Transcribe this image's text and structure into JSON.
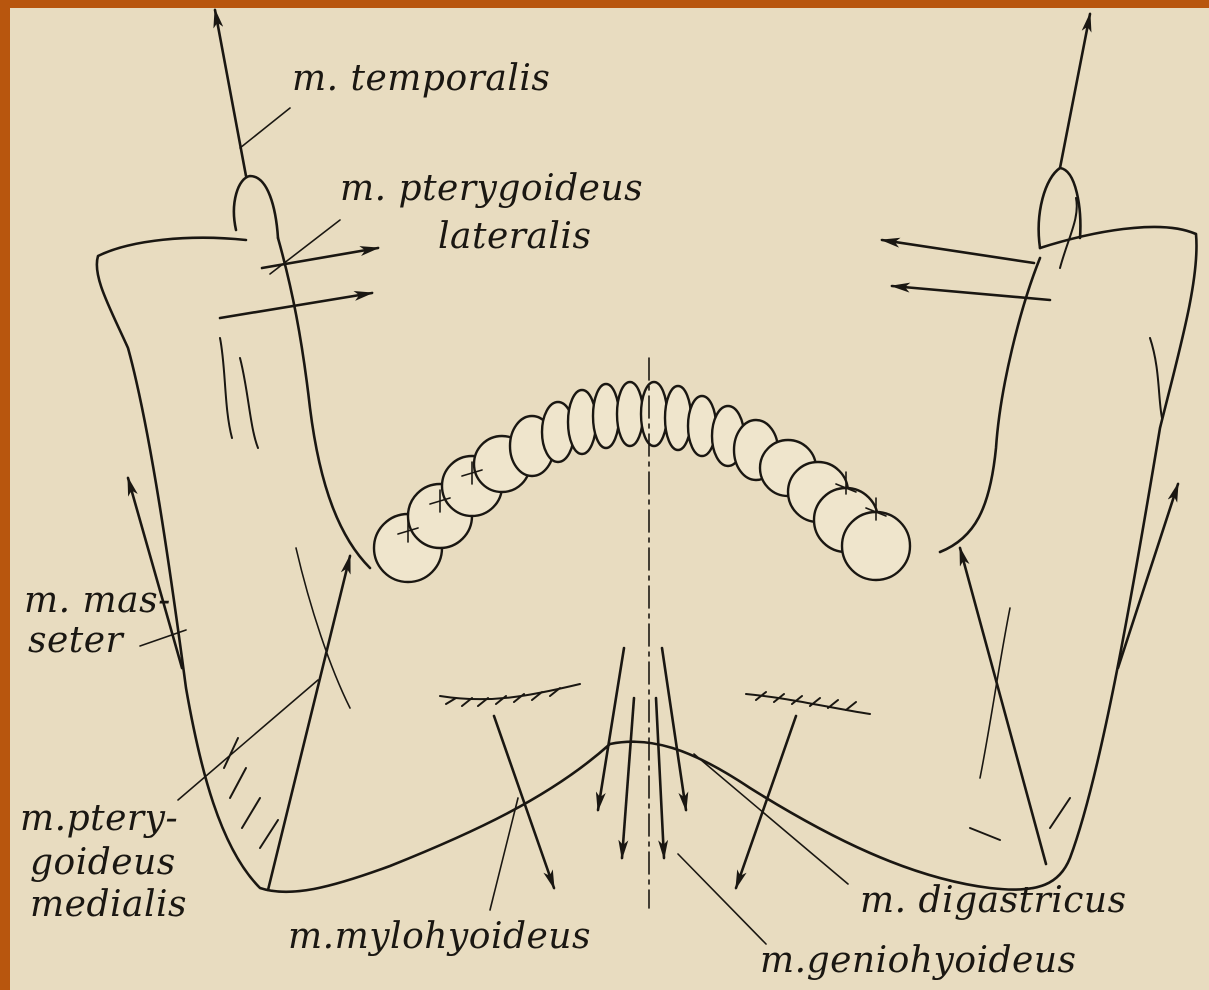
{
  "labels": {
    "temporalis": "m. temporalis",
    "pterygoideus_lateralis_1": "m. pterygoideus",
    "pterygoideus_lateralis_2": "lateralis",
    "masseter_1": "m. mas-",
    "masseter_2": "seter",
    "pterygoideus_medialis_1": "m.ptery-",
    "pterygoideus_medialis_2": "goideus",
    "pterygoideus_medialis_3": "medialis",
    "mylohyoideus": "m.mylohyoideus",
    "digastricus": "m. digastricus",
    "geniohyoideus": "m.geniohyoideus"
  },
  "colors": {
    "border": "#b8560e",
    "paper": "#e8dcc0",
    "ink": "#1a1712"
  }
}
